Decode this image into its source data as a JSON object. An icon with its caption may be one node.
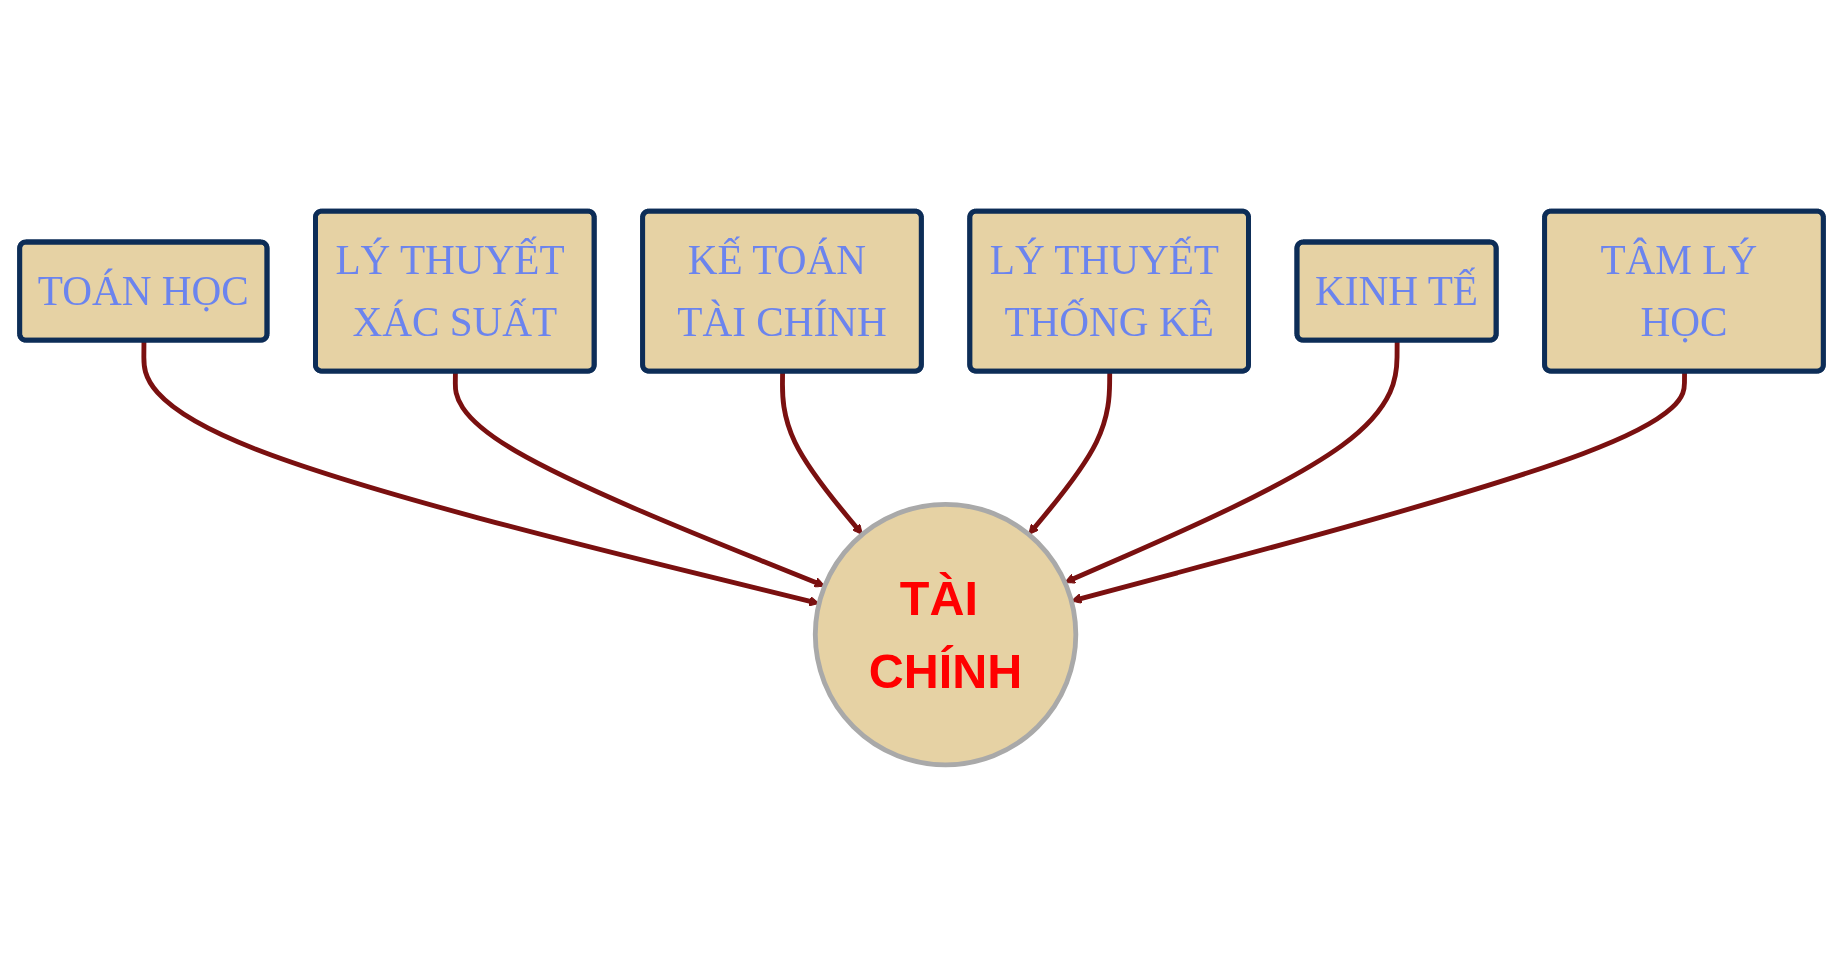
{
  "diagram": {
    "nodes": [
      {
        "text": [
          "TOÁN HỌC"
        ]
      },
      {
        "text": [
          "LÝ THUYẾT XÁC SUẤT"
        ]
      },
      {
        "text": [
          "KẾ TOÁN TÀI CHÍNH"
        ]
      },
      {
        "text": [
          "LÝ THUYẾT THỐNG KÊ"
        ]
      },
      {
        "text": [
          "KINH TẾ"
        ]
      },
      {
        "text": [
          "TÀI CHÍNH"
        ]
      },
      {
        "text": [
          "TÂM LÝ HỌC"
        ]
      }
    ],
    "edges": [
      {
        "from": 0,
        "to": 5,
        "arrow": "to"
      },
      {
        "from": 1,
        "to": 5,
        "arrow": "to"
      },
      {
        "from": 2,
        "to": 5,
        "arrow": "to"
      },
      {
        "from": 3,
        "to": 5,
        "arrow": "to"
      },
      {
        "from": 4,
        "to": 5,
        "arrow": "to"
      },
      {
        "from": 6,
        "to": 5,
        "arrow": "to"
      }
    ]
  }
}
